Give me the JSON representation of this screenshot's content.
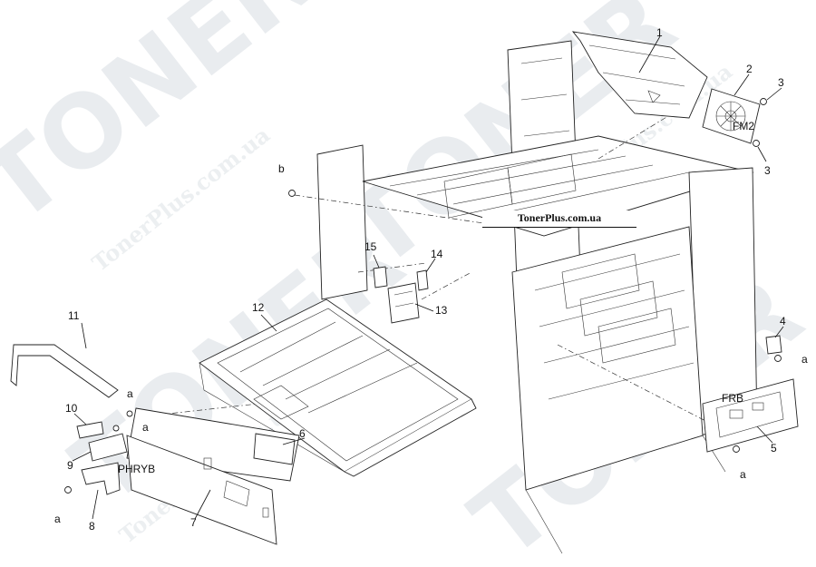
{
  "watermark": {
    "brand": "TONER",
    "site": "TonerPlus.com.ua"
  },
  "banner": {
    "text": "TonerPlus.com.ua"
  },
  "callouts": {
    "c1": "1",
    "c2": "2",
    "c3a": "3",
    "c3b": "3",
    "c4": "4",
    "c5": "5",
    "c6": "6",
    "c7": "7",
    "c8": "8",
    "c9": "9",
    "c10": "10",
    "c11": "11",
    "c12": "12",
    "c13": "13",
    "c14": "14",
    "c15": "15",
    "fm2": "FM2",
    "frb": "FRB",
    "phryb": "PHRYB",
    "b": "b",
    "a1": "a",
    "a2": "a",
    "a3": "a",
    "a4": "a",
    "a5": "a"
  },
  "colors": {
    "watermark": "#e9ecef",
    "line": "#222222"
  }
}
